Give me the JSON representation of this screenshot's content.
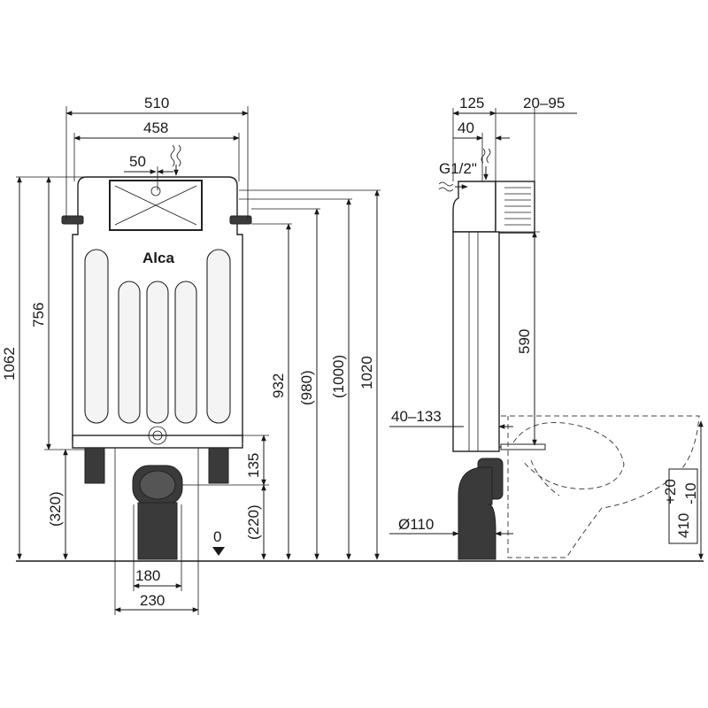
{
  "brand": "Alca",
  "front_view": {
    "dimensions": {
      "width_total": "510",
      "width_frame": "458",
      "inlet_offset": "50",
      "height_total": "1062",
      "frame_height": "756",
      "bottom_support": "(320)",
      "height_932": "932",
      "height_980": "(980)",
      "height_1000": "(1000)",
      "height_1020": "1020",
      "drain_height": "135",
      "drain_floor": "(220)",
      "zero_level": "0",
      "foot_inner": "180",
      "foot_outer": "230"
    }
  },
  "side_view": {
    "dimensions": {
      "depth": "125",
      "wall_offset": "20–95",
      "inlet_depth": "40",
      "thread": "G1/2\"",
      "bolt_height": "590",
      "adjust_range": "40–133",
      "pipe_diameter": "Ø110",
      "bowl_height": "410",
      "tolerance_plus": "+20",
      "tolerance_minus": "-10"
    }
  },
  "colors": {
    "line": "#1a1a1a",
    "fill_dark": "#3a3a3a"
  }
}
